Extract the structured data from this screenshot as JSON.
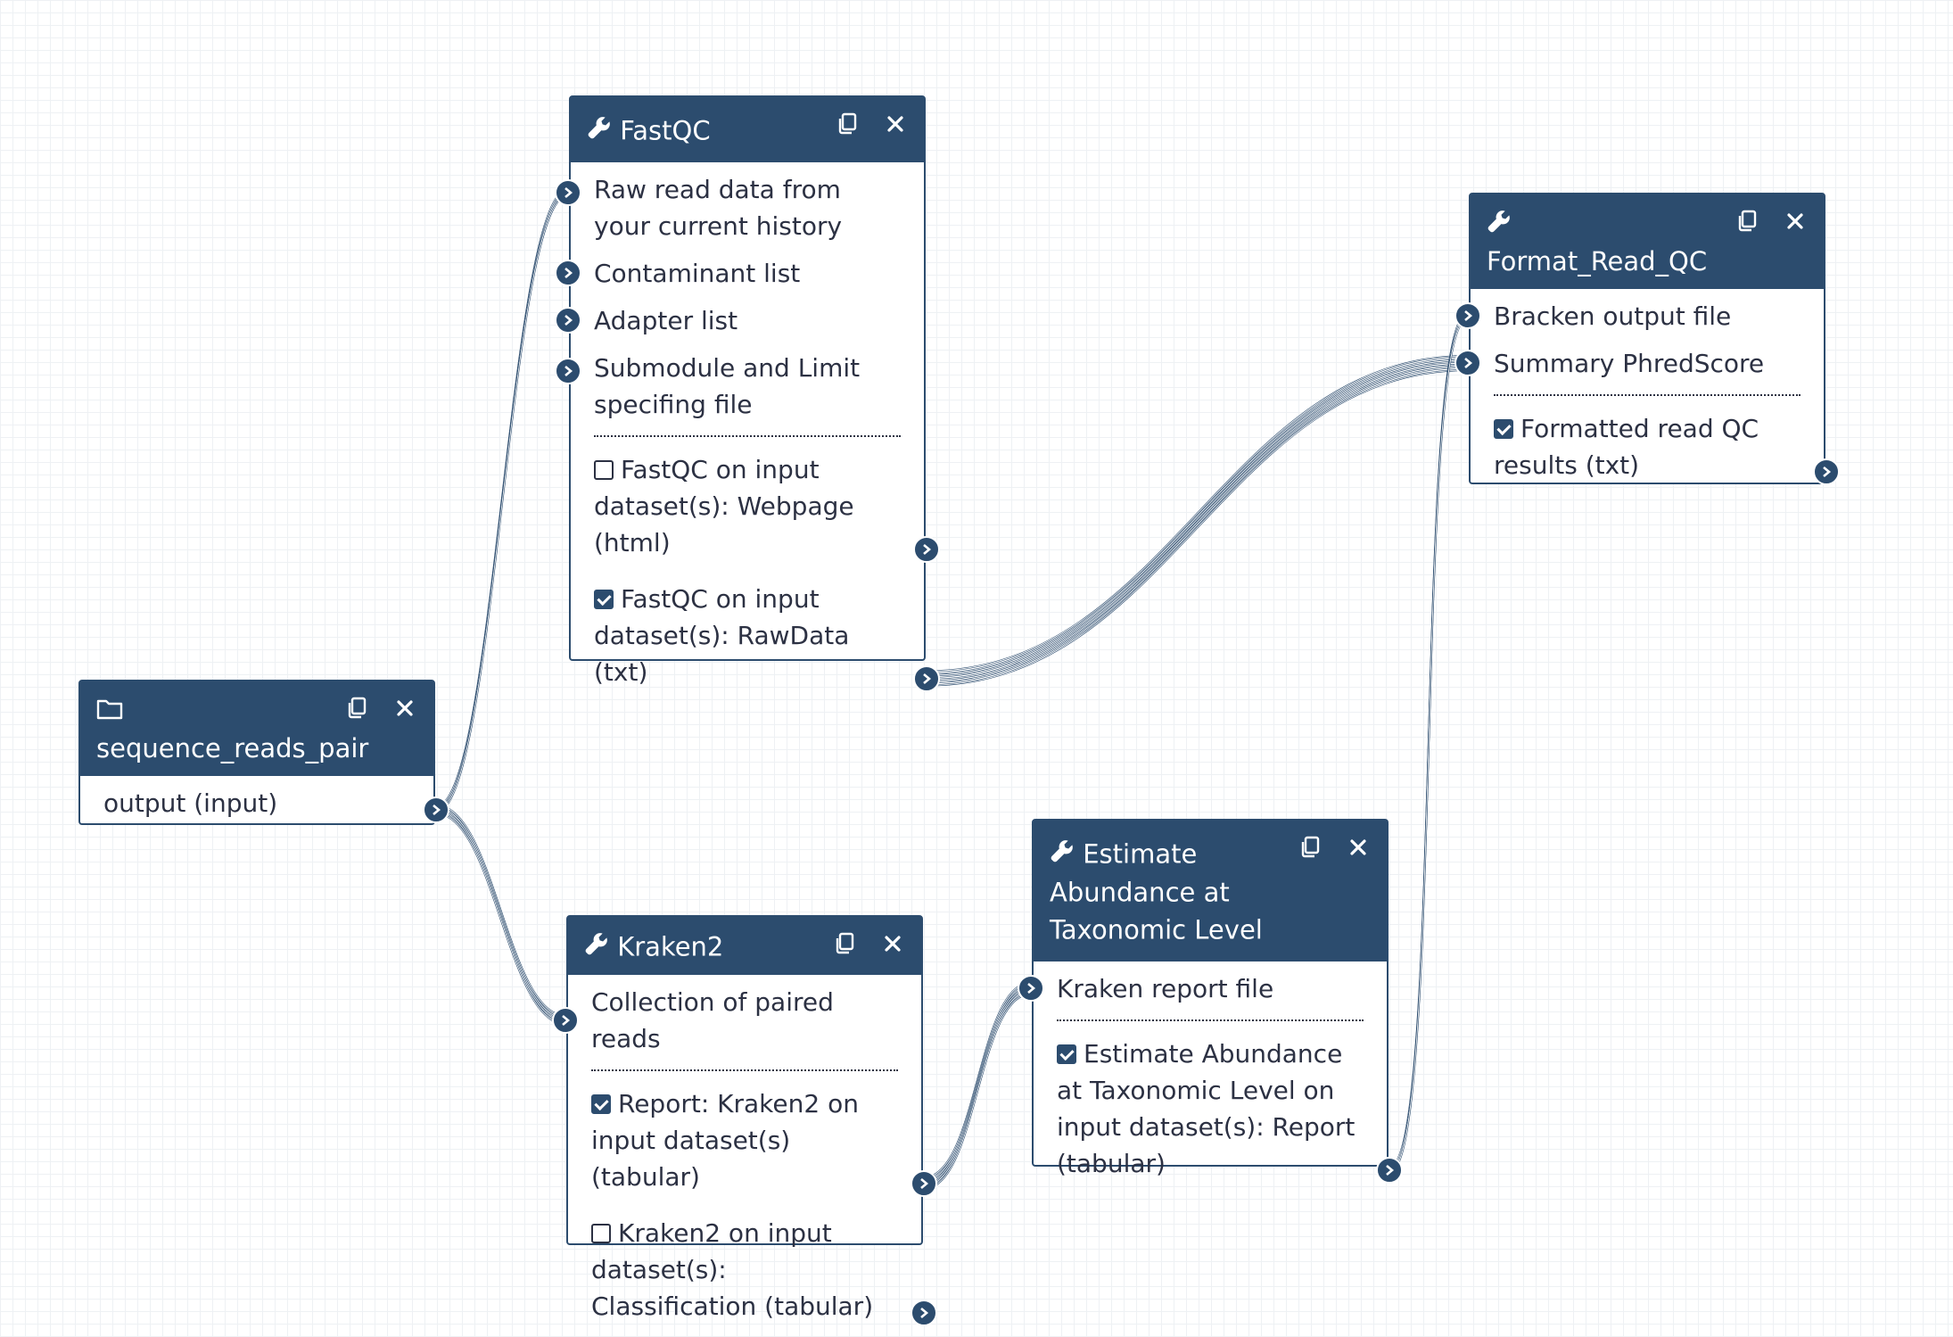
{
  "colors": {
    "node_header": "#2c4c6e",
    "wire": "#2c4c6e",
    "grid": "#eef1f4"
  },
  "nodes": {
    "fastqc": {
      "title": "FastQC",
      "icon": "wrench-icon",
      "inputs": [
        "Raw read data from your current history",
        "Contaminant list",
        "Adapter list",
        "Submodule and Limit specifing file"
      ],
      "outputs": [
        {
          "label": "FastQC on input dataset(s): Webpage (html)",
          "checked": false
        },
        {
          "label": "FastQC on input dataset(s): RawData (txt)",
          "checked": true
        }
      ]
    },
    "format_read_qc": {
      "title": "Format_Read_QC",
      "icon": "wrench-icon",
      "inputs": [
        "Bracken output file",
        "Summary PhredScore"
      ],
      "outputs": [
        {
          "label": "Formatted read QC results (txt)",
          "checked": true
        }
      ]
    },
    "sequence_reads_pair": {
      "title": "sequence_reads_pair",
      "icon": "folder-icon",
      "outputs": [
        {
          "label": "output (input)"
        }
      ]
    },
    "estimate_abundance": {
      "title": "Estimate Abundance at Taxonomic Level",
      "icon": "wrench-icon",
      "inputs": [
        "Kraken report file"
      ],
      "outputs": [
        {
          "label": "Estimate Abundance at Taxonomic Level on input dataset(s): Report (tabular)",
          "checked": true
        }
      ]
    },
    "kraken2": {
      "title": "Kraken2",
      "icon": "wrench-icon",
      "inputs": [
        "Collection of paired reads"
      ],
      "outputs": [
        {
          "label": "Report: Kraken2 on input dataset(s) (tabular)",
          "checked": true
        },
        {
          "label": "Kraken2 on input dataset(s): Classification (tabular)",
          "checked": false
        }
      ]
    }
  }
}
